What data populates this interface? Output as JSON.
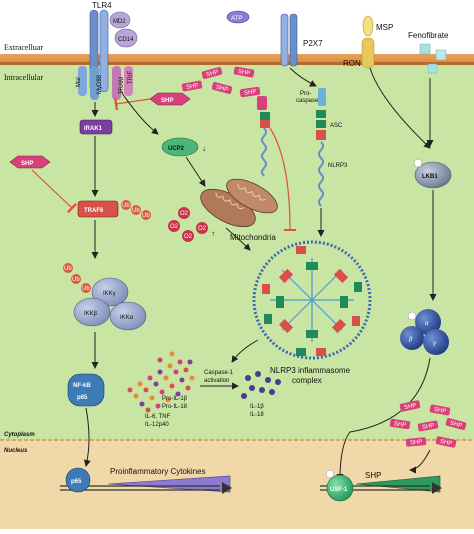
{
  "regions": {
    "extracellular": "Extracelluar",
    "intracellular": "Intracellular",
    "cytoplasm": "Cytoplasm",
    "nucleus": "Nucleus"
  },
  "receptors": {
    "tlr4": "TLR4",
    "md2": "MD2",
    "cd14": "CD14",
    "mal": "Mal",
    "myd88": "MyD88",
    "tram": "TRAM",
    "trif": "TRIF",
    "atp": "ATP",
    "p2x7": "P2X7",
    "msp": "MSP",
    "ron": "RON",
    "fenofibrate": "Fenofibrate"
  },
  "proteins": {
    "shp": "SHP",
    "irak1": "IRAK1",
    "traf6": "TRAF6",
    "ub": "Ub",
    "ikk_gamma": "IKKγ",
    "ikk_beta": "IKKβ",
    "ikk_alpha": "IKKα",
    "nfkb": "NF-kB",
    "p65": "p65",
    "ucp2": "UCP2",
    "o2": "O2",
    "mitochondria": "Mitochondria",
    "pro_caspase1_a": "Pro-",
    "pro_caspase1_b": "caspase-1",
    "asc": "ASC",
    "nlrp3": "NLRP3",
    "inflammasome_a": "NLRP3 inflammasome",
    "inflammasome_b": "complex",
    "caspase_act_a": "Caspase-1",
    "caspase_act_b": "activation",
    "lkb1": "LKB1",
    "ampk_alpha": "α",
    "ampk_beta": "β",
    "ampk_gamma": "γ",
    "usf1": "USF-1"
  },
  "cytokines": {
    "il6_tnf": "IL-6, TNF",
    "il12p40": "IL-12p40",
    "pro_il1b": "Pro-IL-1β",
    "pro_il18": "Pro-IL-18",
    "il1b": "IL-1β",
    "il18": "IL-18"
  },
  "nucleus_labels": {
    "proinflammatory": "Proinflammatory Cytokines",
    "shp_gene": "SHP"
  },
  "colors": {
    "cell": "#c9e5a4",
    "nucleus": "#f0d8a8",
    "shp": "#d8407a",
    "irak": "#7b3fa0",
    "traf": "#d94f4a",
    "ikk": "#5a6fa0",
    "nfkb": "#3d7ab8",
    "ampk": "#2f4f9a",
    "inhibit": "#e05040"
  }
}
